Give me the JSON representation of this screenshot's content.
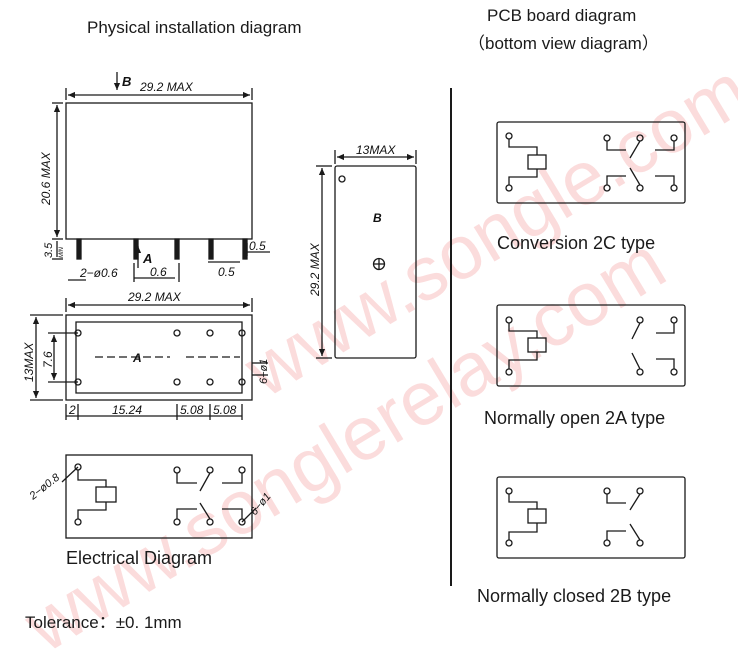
{
  "titles": {
    "physical": "Physical installation diagram",
    "pcb": "PCB board diagram",
    "pcb_sub": "（bottom view diagram）"
  },
  "captions": {
    "electrical": "Electrical  Diagram",
    "conversion": "Conversion 2C type",
    "normally_open": "Normally open 2A type",
    "normally_closed": "Normally closed 2B type"
  },
  "tolerance": "Tolerance：±0. 1mm",
  "dimensions": {
    "b_mark": "B",
    "a_mark": "A",
    "width_max": "29.2  MAX",
    "height_max": "20.6  MAX",
    "pin_len": "3.5",
    "pin_len_sub": "MIN",
    "pin_dia": "2−ø0.6",
    "pin_width": "0.6",
    "pin_thick_1": "0.5",
    "pin_thick_2": "0.5",
    "bottom_width_max": "29.2  MAX",
    "depth_max": "13MAX",
    "row_pitch": "7.6",
    "edge": "2",
    "pitch_main": "15.24",
    "pitch_a": "5.08",
    "pitch_b": "5.08",
    "hole_dia": "6−ø1",
    "side_width": "13MAX",
    "side_height": "29.2  MAX",
    "elec_hole_dia": "2−ø0.8",
    "elec_hole_dia_2": "6−ø1"
  },
  "watermark": [
    "www.songle.com",
    "www.songlerelay.com"
  ],
  "colors": {
    "line": "#1a1a1a",
    "watermark": "#e62828"
  }
}
